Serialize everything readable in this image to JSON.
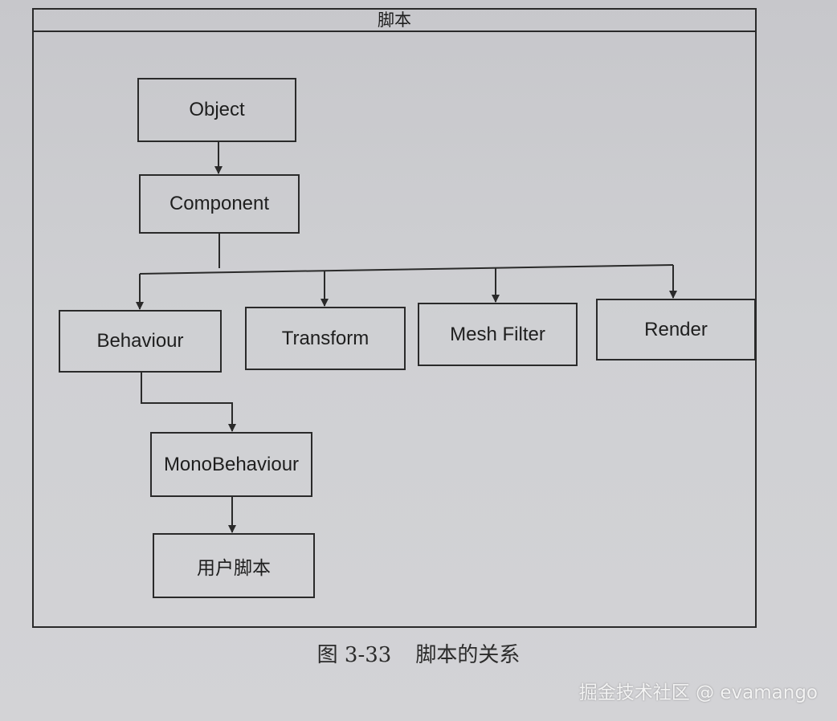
{
  "frame": {
    "title": "脚本"
  },
  "nodes": {
    "object": "Object",
    "component": "Component",
    "behaviour": "Behaviour",
    "transform": "Transform",
    "mesh_filter": "Mesh Filter",
    "render": "Render",
    "mono_behaviour": "MonoBehaviour",
    "user_script": "用户脚本"
  },
  "caption": {
    "number": "图 3-33",
    "text": "脚本的关系"
  },
  "watermark": "掘金技术社区 @ evamango"
}
